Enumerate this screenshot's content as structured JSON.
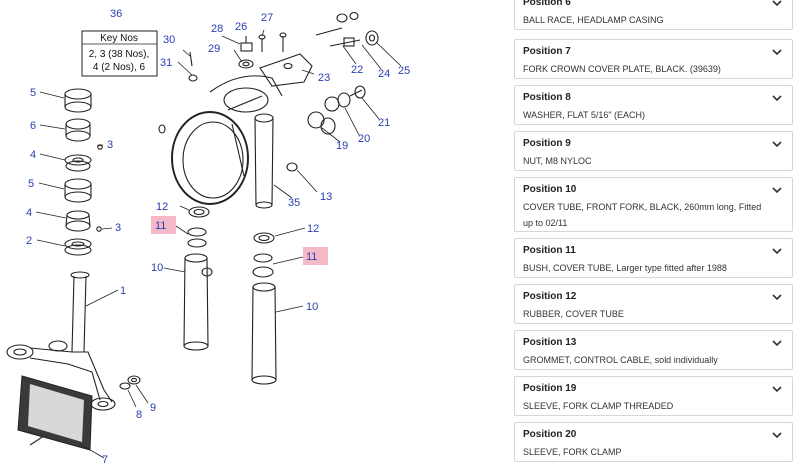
{
  "diagram": {
    "key_box": {
      "number": "36",
      "title": "Key Nos",
      "line1": "2, 3 (38 Nos),",
      "line2": "4 (2 Nos), 6"
    },
    "callouts": [
      "36",
      "28",
      "26",
      "27",
      "30",
      "29",
      "31",
      "22",
      "24",
      "25",
      "23",
      "5",
      "6",
      "3",
      "4",
      "5",
      "4",
      "3",
      "2",
      "1",
      "8",
      "9",
      "7",
      "21",
      "20",
      "19",
      "13",
      "35",
      "12",
      "11",
      "11",
      "12",
      "10",
      "10"
    ],
    "colors": {
      "label": "#2a3fb0",
      "highlight": "#f5b8c7",
      "line": "#222222"
    }
  },
  "parts": [
    {
      "position": "Position 6",
      "description": "BALL RACE, HEADLAMP CASING"
    },
    {
      "position": "Position 7",
      "description": "FORK CROWN COVER PLATE, BLACK. (39639)"
    },
    {
      "position": "Position 8",
      "description": "WASHER, FLAT 5/16\" (EACH)"
    },
    {
      "position": "Position 9",
      "description": "NUT, M8 NYLOC"
    },
    {
      "position": "Position 10",
      "description": "COVER TUBE, FRONT FORK, BLACK, 260mm long, Fitted up to 02/11"
    },
    {
      "position": "Position 11",
      "description": "BUSH, COVER TUBE, Larger type fitted after 1988"
    },
    {
      "position": "Position 12",
      "description": "RUBBER, COVER TUBE"
    },
    {
      "position": "Position 13",
      "description": "GROMMET, CONTROL CABLE, sold individually"
    },
    {
      "position": "Position 19",
      "description": "SLEEVE, FORK CLAMP THREADED"
    },
    {
      "position": "Position 20",
      "description": "SLEEVE, FORK CLAMP"
    }
  ]
}
